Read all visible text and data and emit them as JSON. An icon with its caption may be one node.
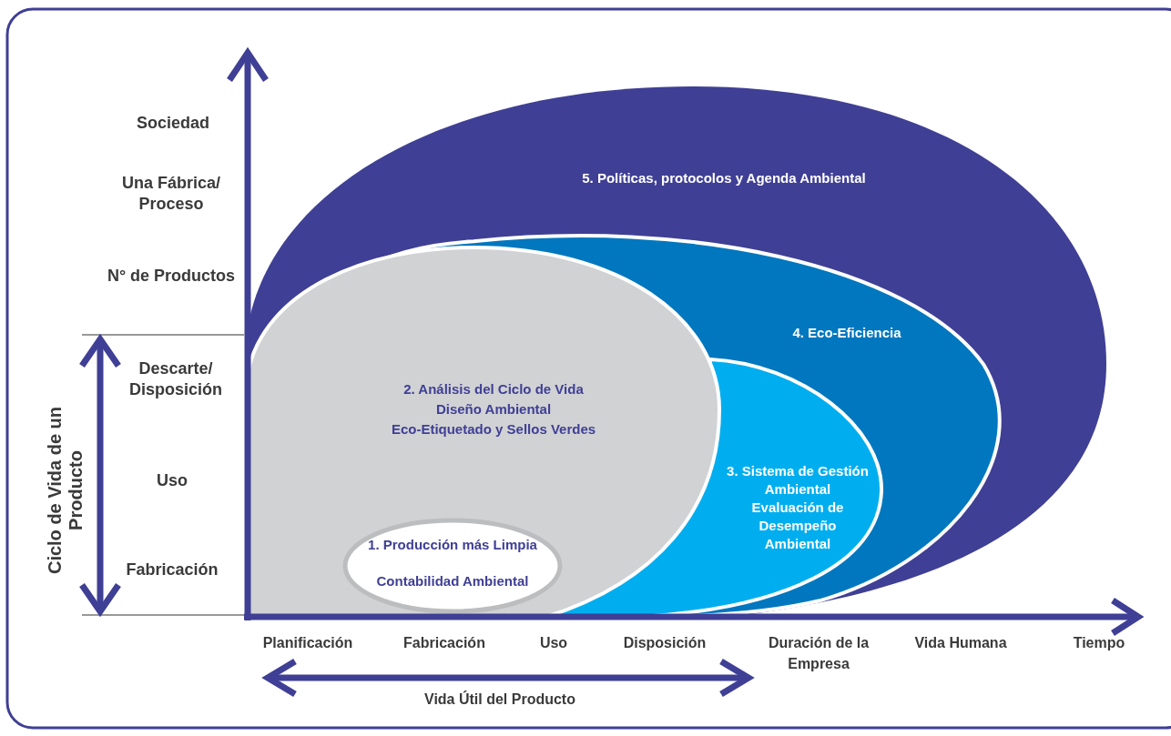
{
  "diagram": {
    "nodes": [
      {
        "text": [
          "5. Políticas, protocolos y Agenda Ambiental"
        ]
      },
      {
        "text": [
          "4. Eco-Eficiencia"
        ],
        "in": 0
      },
      {
        "text": [
          "2. Análisis del Ciclo de Vida",
          "Diseño Ambiental",
          "Eco-Etiquetado y Sellos Verdes"
        ],
        "in": 0
      },
      {
        "text": [
          "3. Sistema de Gestión Ambiental",
          "Evaluación de Desempeño Ambiental"
        ],
        "in": 1
      },
      {
        "text": [
          "1. Producción más Limpia",
          "Contabilidad Ambiental"
        ],
        "in": 2
      }
    ],
    "labels": [
      "Sociedad",
      "Una Fábrica/ Proceso",
      "N° de Productos",
      "Descarte/ Disposición",
      "Uso",
      "Fabricación",
      "Ciclo de Vida de un Producto",
      "Planificación",
      "Fabricación",
      "Uso",
      "Disposición",
      "Duración de la Empresa",
      "Vida Humana",
      "Tiempo",
      "Vida Útil del Producto"
    ]
  }
}
